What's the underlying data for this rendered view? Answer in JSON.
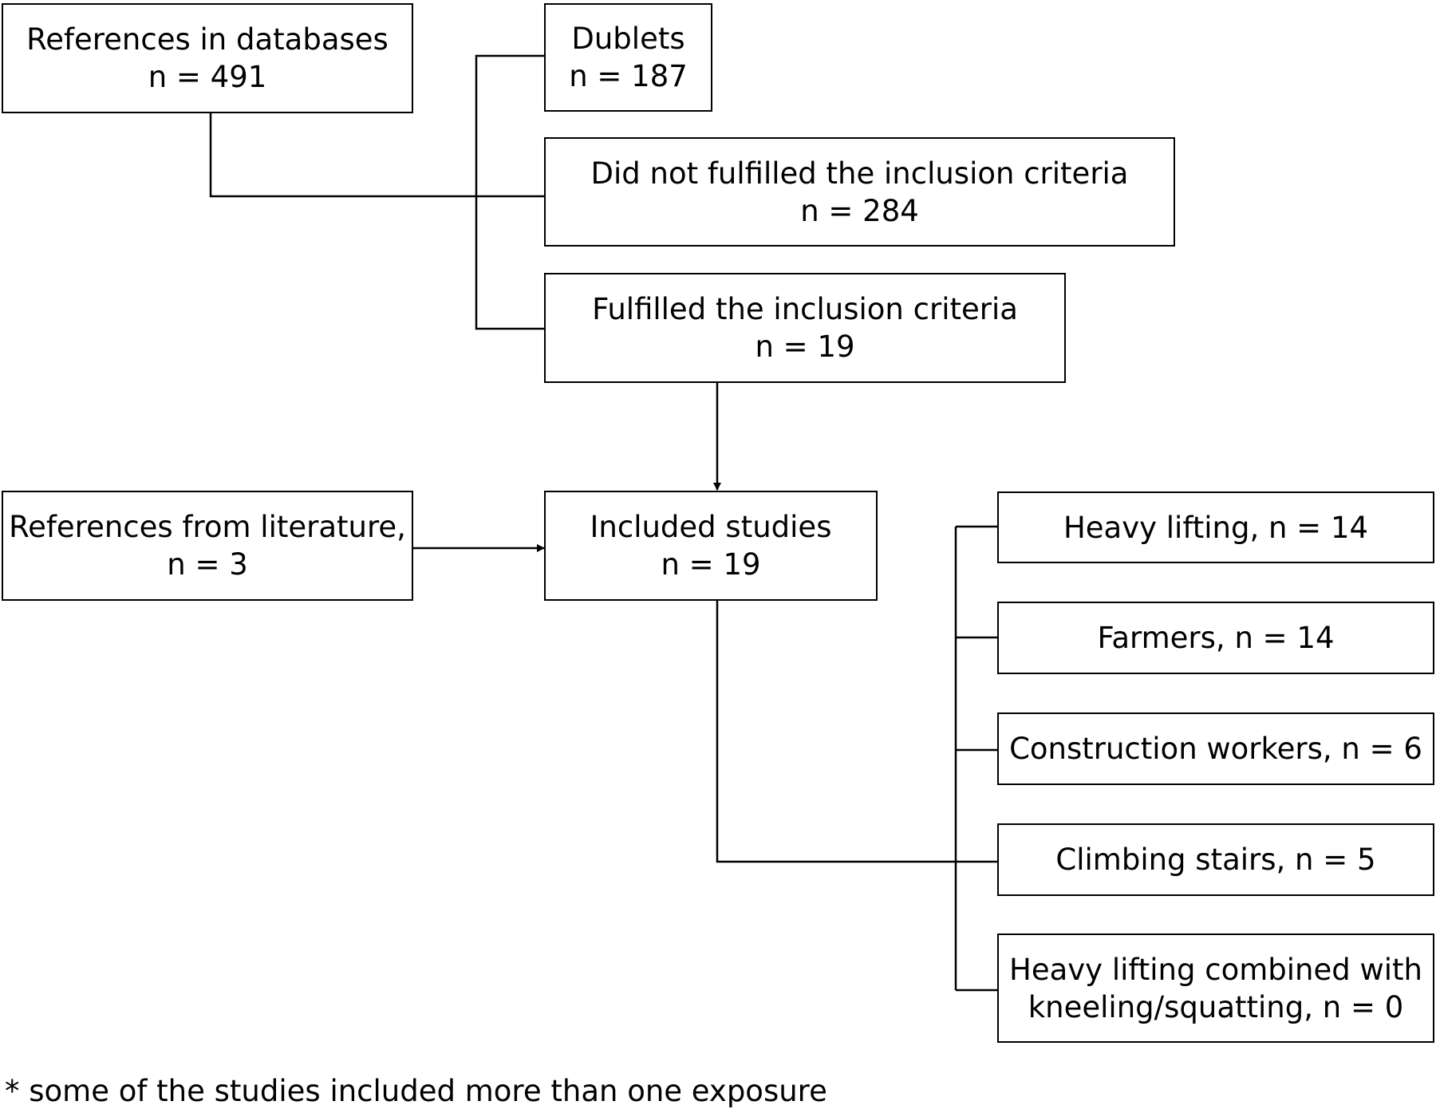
{
  "flowchart": {
    "references_databases": {
      "label": "References in databases",
      "count": "n = 491"
    },
    "dublets": {
      "label": "Dublets",
      "count": "n = 187"
    },
    "not_fulfilled": {
      "label": "Did not fulfilled the inclusion criteria",
      "count": "n = 284"
    },
    "fulfilled": {
      "label": "Fulfilled the inclusion criteria",
      "count": "n = 19"
    },
    "references_literature": {
      "label": "References from literature,",
      "count": "n = 3"
    },
    "included": {
      "label": "Included studies",
      "count": "n = 19"
    },
    "exposures": [
      {
        "line1": "Heavy lifting, n = 14"
      },
      {
        "line1": "Farmers, n = 14"
      },
      {
        "line1": "Construction workers, n = 6"
      },
      {
        "line1": "Climbing stairs, n = 5"
      },
      {
        "line1": "Heavy lifting combined with",
        "line2": "kneeling/squatting, n = 0"
      }
    ]
  },
  "footnote": "* some of the studies included more than one exposure"
}
